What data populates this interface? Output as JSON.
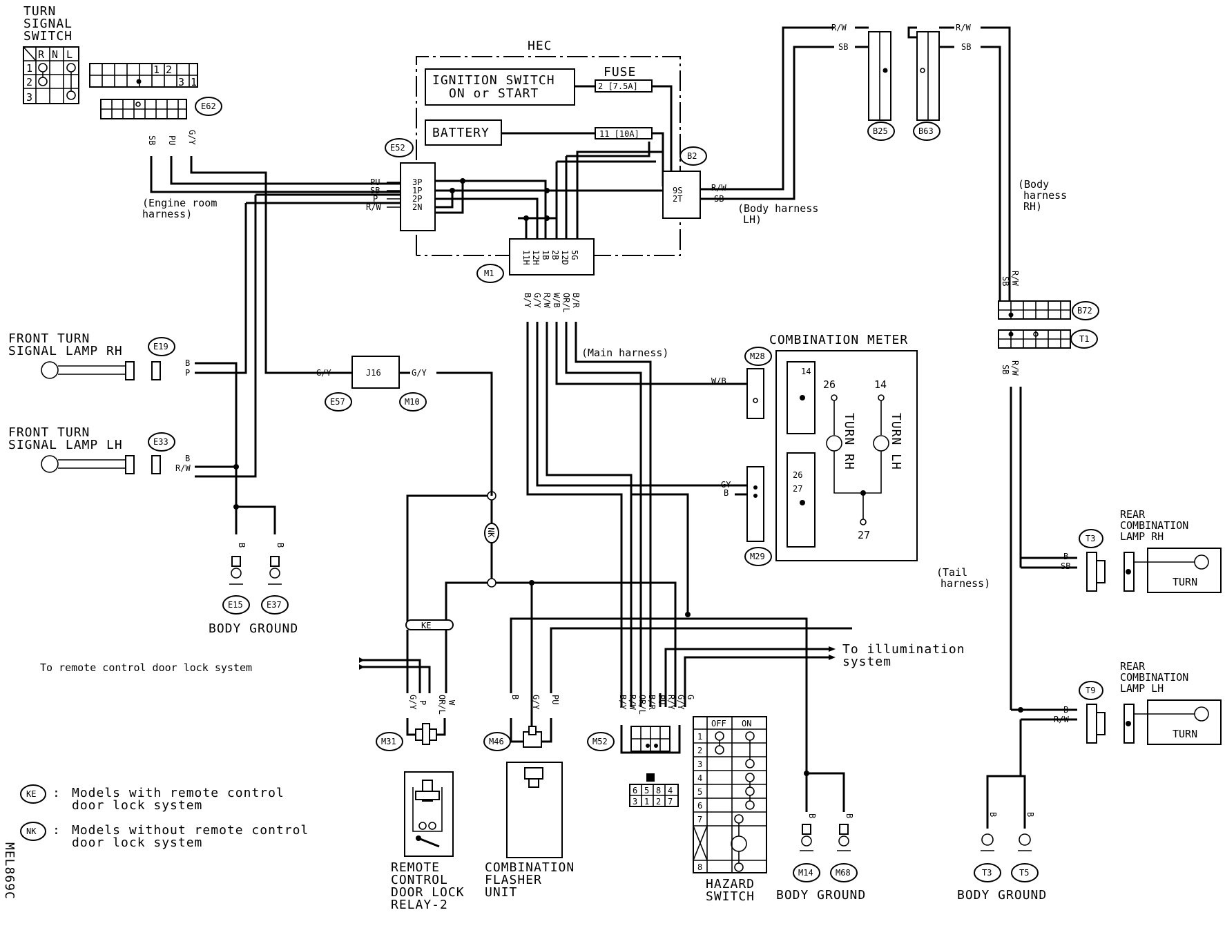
{
  "code": "MEL869C",
  "hec": {
    "title": "HEC",
    "ignition": [
      "IGNITION SWITCH",
      "ON or START"
    ],
    "fuse_title": "FUSE",
    "fuse1": "2 [7.5A]",
    "battery": "BATTERY",
    "fuse2": "11 [10A]"
  },
  "turn_switch": {
    "title": [
      "TURN",
      "SIGNAL",
      "SWITCH"
    ],
    "cols": [
      "R",
      "N",
      "L"
    ],
    "rows": [
      "1",
      "2",
      "3"
    ],
    "pins": [
      "1",
      "2",
      "3",
      "1"
    ]
  },
  "connectors": {
    "E62": "E62",
    "E52": "E52",
    "B2": "B2",
    "M1": "M1",
    "B25": "B25",
    "B63": "B63",
    "B72": "B72",
    "T1": "T1",
    "E19": "E19",
    "E33": "E33",
    "E57": "E57",
    "M10": "M10",
    "M28": "M28",
    "M29": "M29",
    "E15": "E15",
    "E37": "E37",
    "T3": "T3",
    "T9": "T9",
    "M31": "M31",
    "M46": "M46",
    "M52": "M52",
    "M14": "M14",
    "M68": "M68",
    "T3b": "T3",
    "T5": "T5",
    "J16": "J16"
  },
  "wires": {
    "sb": "SB",
    "pu": "PU",
    "gy": "G/Y",
    "p": "P",
    "rw": "R/W",
    "b": "B",
    "wb": "W/B",
    "gy2": "GY",
    "by": "B/Y",
    "br": "B/R",
    "orl": "OR/L",
    "w": "W",
    "g": "G",
    "ry": "R/Y"
  },
  "e52_pins": [
    "3P",
    "1P",
    "2P",
    "2N"
  ],
  "b2_pins": [
    "9S",
    "2T"
  ],
  "m1_pins": [
    "11H",
    "12H",
    "1B",
    "2B",
    "12D",
    "5G"
  ],
  "harness": {
    "engine": [
      "(Engine room",
      "harness)"
    ],
    "body_lh": [
      "(Body harness",
      "LH)"
    ],
    "body_rh": [
      "(Body",
      "harness",
      "RH)"
    ],
    "main": "(Main harness)",
    "tail": [
      "(Tail",
      "harness)"
    ]
  },
  "front_rh": [
    "FRONT TURN",
    "SIGNAL LAMP RH"
  ],
  "front_lh": [
    "FRONT TURN",
    "SIGNAL LAMP LH"
  ],
  "rear_rh": [
    "REAR",
    "COMBINATION",
    "LAMP RH"
  ],
  "rear_lh": [
    "REAR",
    "COMBINATION",
    "LAMP LH"
  ],
  "turn": "TURN",
  "meter": {
    "title": "COMBINATION METER",
    "p26": "26",
    "p14": "14",
    "p27": "27",
    "turn_rh": "TURN RH",
    "turn_lh": "TURN LH",
    "c14": "14",
    "c26": "26",
    "c27": "27"
  },
  "ke": "KE",
  "nk": "NK",
  "remote_system": "To remote control door lock system",
  "illumination": [
    "To illumination",
    "system"
  ],
  "body_ground": "BODY GROUND",
  "relay": [
    "REMOTE",
    "CONTROL",
    "DOOR LOCK",
    "RELAY-2"
  ],
  "flasher": [
    "COMBINATION",
    "FLASHER",
    "UNIT"
  ],
  "hazard": {
    "title": [
      "HAZARD",
      "SWITCH"
    ],
    "off": "OFF",
    "on": "ON",
    "rows": [
      "1",
      "2",
      "3",
      "4",
      "5",
      "6",
      "7",
      "8"
    ]
  },
  "m52_grid": [
    "6",
    "5",
    "8",
    "4",
    "3",
    "1",
    "2",
    "7"
  ],
  "legend": [
    {
      "code": "KE",
      "text": [
        "Models with remote control",
        "door lock system"
      ]
    },
    {
      "code": "NK",
      "text": [
        "Models without remote control",
        "door lock system"
      ]
    }
  ]
}
